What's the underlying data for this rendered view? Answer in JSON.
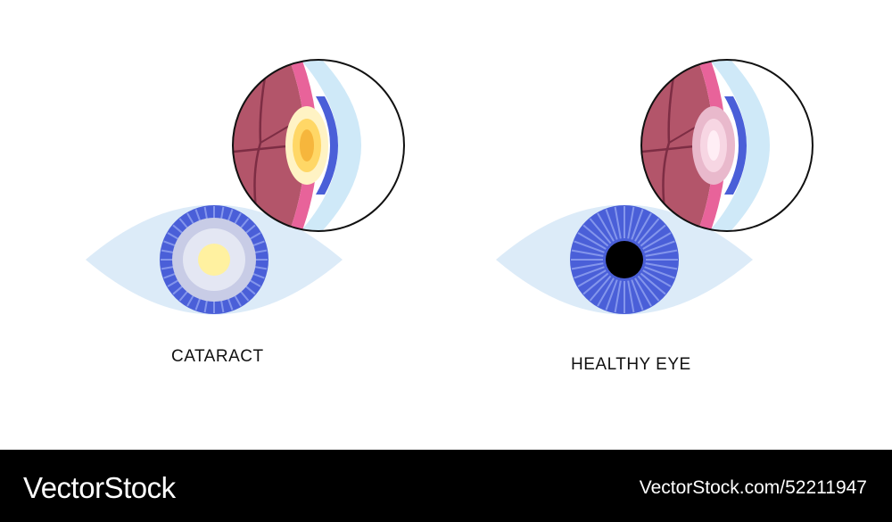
{
  "labels": {
    "left": "CATARACT",
    "right": "HEALTHY EYE"
  },
  "footer": {
    "brand": "VectorStock",
    "url": "VectorStock.com/52211947"
  },
  "colors": {
    "sclera": "#dcebf8",
    "iris": "#4a5fd8",
    "iris_dark": "#3545c0",
    "pupil": "#000000",
    "cataract_ring": "#c8cce6",
    "cataract_lens": "#fff1a0",
    "eyeball": "#b3556a",
    "eyeball_rim": "#e8639a",
    "cornea": "#cfe9f8",
    "footer_bg": "#000000"
  },
  "icons": [
    "cataract-eye-icon",
    "healthy-eye-icon",
    "cataract-lens-magnifier-icon",
    "healthy-lens-magnifier-icon"
  ]
}
